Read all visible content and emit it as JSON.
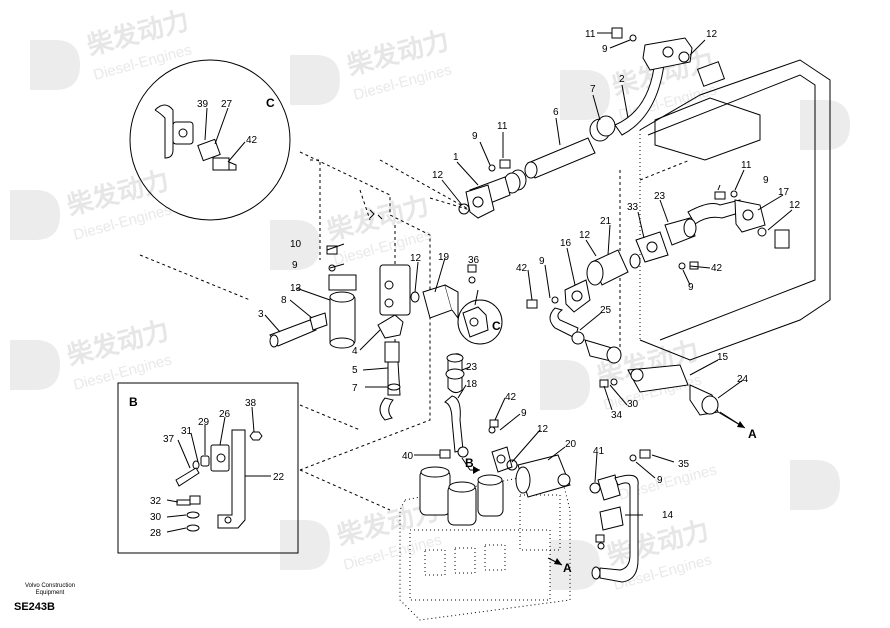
{
  "watermark": {
    "cn": "柴发动力",
    "en": "Diesel-Engines"
  },
  "footer": {
    "line1": "Volvo Construction",
    "line2": "Equipment",
    "code": "SE243B"
  },
  "views": {
    "c": "C",
    "b": "B",
    "a": "A"
  },
  "parts": {
    "p1": "1",
    "p2": "2",
    "p3": "3",
    "p4": "4",
    "p5": "5",
    "p6": "6",
    "p7": "7",
    "p8": "8",
    "p9": "9",
    "p10": "10",
    "p11": "11",
    "p12": "12",
    "p13": "13",
    "p14": "14",
    "p15": "15",
    "p16": "16",
    "p17": "17",
    "p18": "18",
    "p19": "19",
    "p20": "20",
    "p21": "21",
    "p22": "22",
    "p23": "23",
    "p24": "24",
    "p25": "25",
    "p26": "26",
    "p27": "27",
    "p28": "28",
    "p29": "29",
    "p30": "30",
    "p31": "31",
    "p32": "32",
    "p33": "33",
    "p34": "34",
    "p35": "35",
    "p36": "36",
    "p37": "37",
    "p38": "38",
    "p39": "39",
    "p40": "40",
    "p41": "41",
    "p42": "42"
  }
}
